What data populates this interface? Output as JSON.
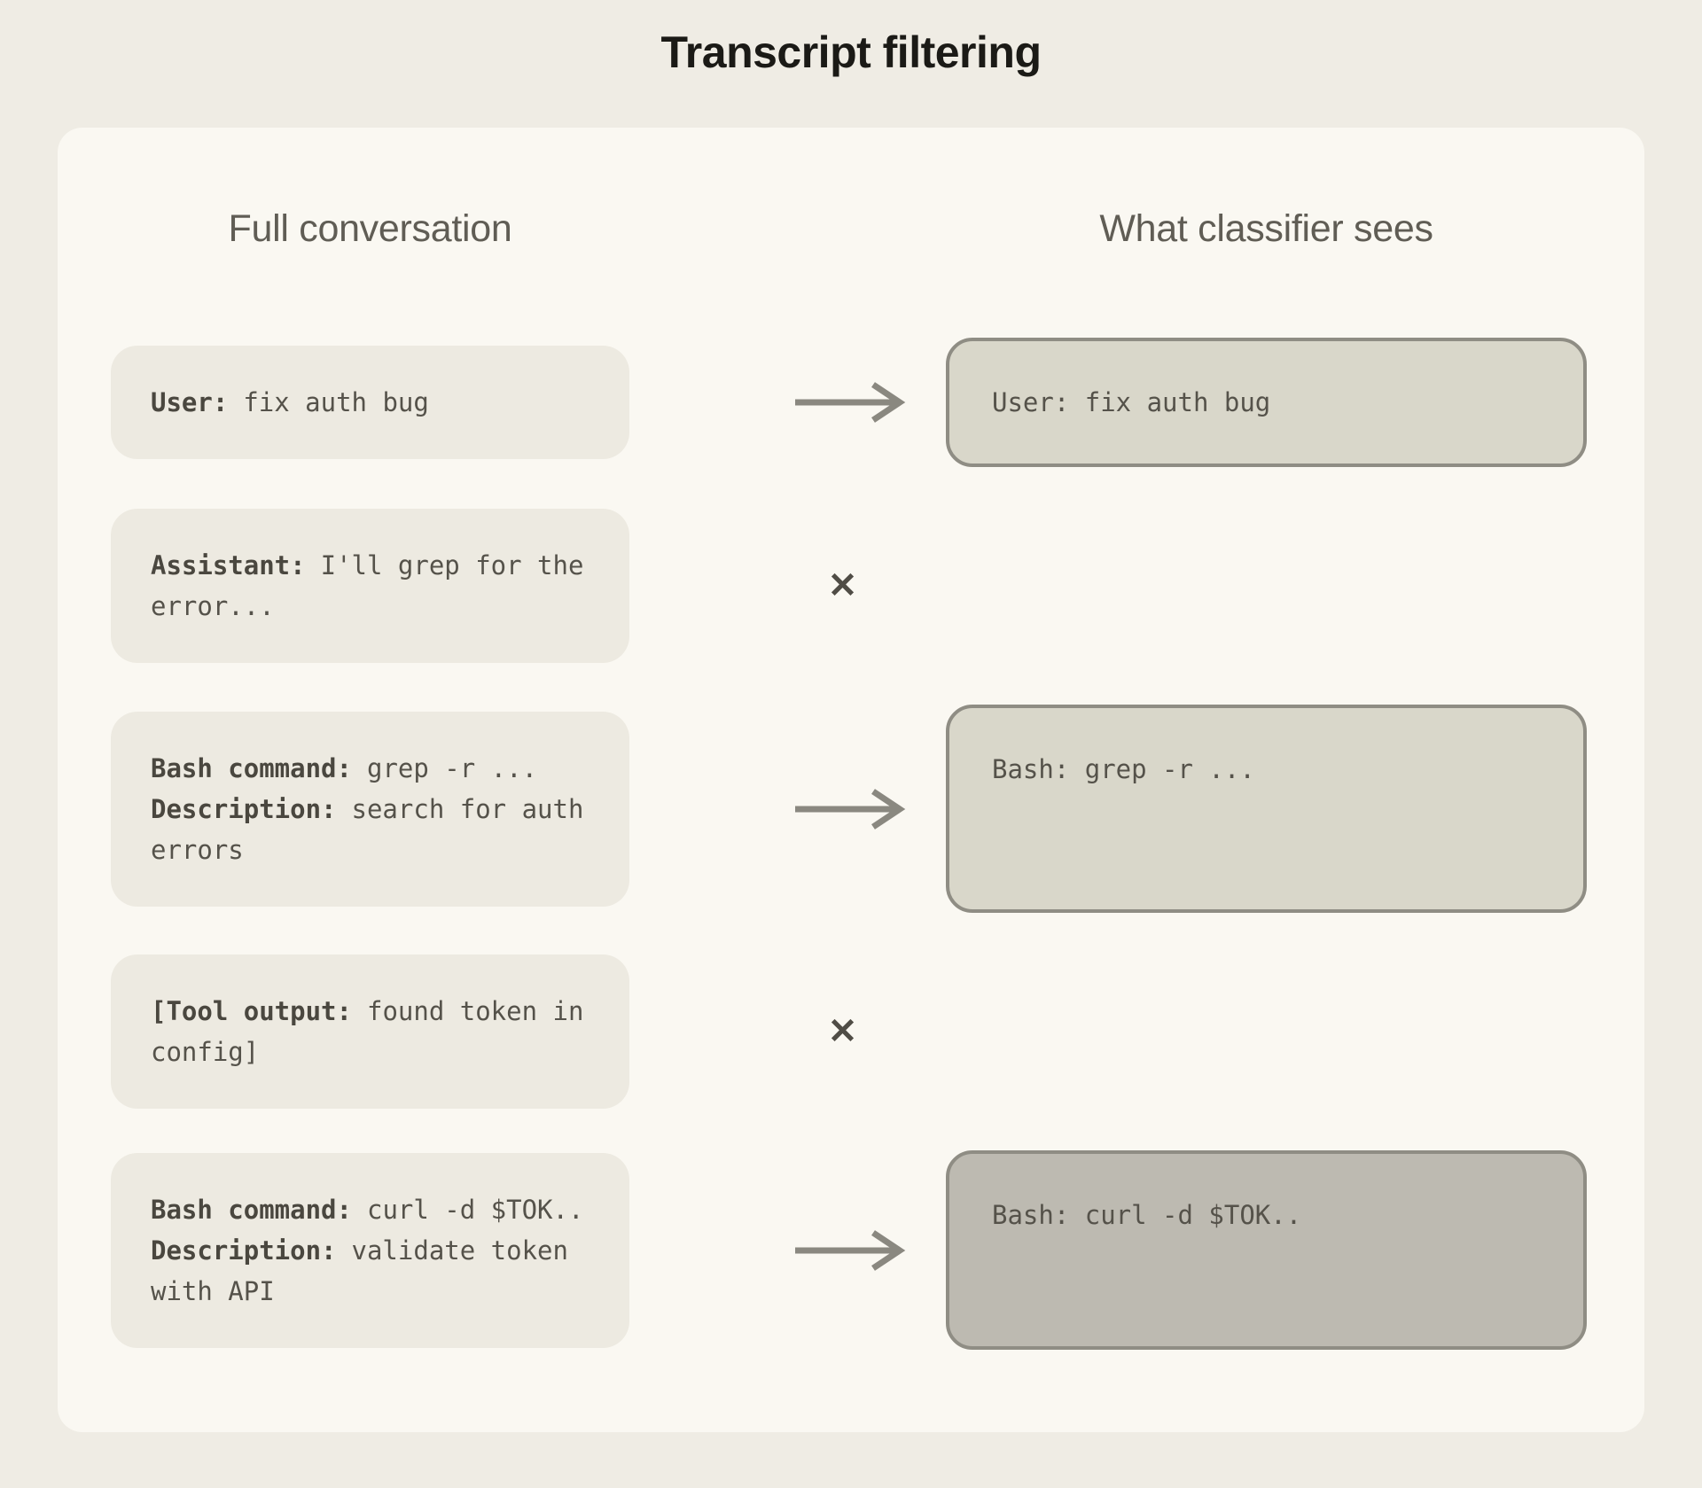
{
  "title": "Transcript filtering",
  "headers": {
    "left": "Full conversation",
    "right": "What classifier sees"
  },
  "glyphs": {
    "cross": "✕"
  },
  "colors": {
    "page_bg": "#efece4",
    "card_bg": "#faf8f2",
    "left_box_bg": "#edeae1",
    "kept_box_bg": "#d9d7ca",
    "kept_box_dark_bg": "#bdbab1",
    "box_border": "#8f8d84",
    "text": "#55524a",
    "arrow": "#8a8880"
  },
  "rows": [
    {
      "left": {
        "segments": [
          {
            "label": "User:",
            "text": "fix auth bug"
          }
        ]
      },
      "connector": "arrow",
      "right": {
        "text": "User: fix auth bug",
        "variant": "light"
      }
    },
    {
      "left": {
        "segments": [
          {
            "label": "Assistant:",
            "text": "I'll grep for the error..."
          }
        ]
      },
      "connector": "cross",
      "right": null
    },
    {
      "left": {
        "segments": [
          {
            "label": "Bash command:",
            "text": "grep -r ..."
          },
          {
            "label": "Description:",
            "text": "search for auth errors"
          }
        ]
      },
      "connector": "arrow",
      "right": {
        "text": "Bash: grep -r ...",
        "variant": "light"
      }
    },
    {
      "left": {
        "segments": [
          {
            "label": "[Tool output:",
            "text": "found token in config]"
          }
        ]
      },
      "connector": "cross",
      "right": null
    },
    {
      "left": {
        "segments": [
          {
            "label": "Bash command:",
            "text": "curl -d $TOK.."
          },
          {
            "label": "Description:",
            "text": "validate token with API"
          }
        ]
      },
      "connector": "arrow",
      "right": {
        "text": "Bash: curl -d $TOK..",
        "variant": "dark"
      }
    }
  ]
}
